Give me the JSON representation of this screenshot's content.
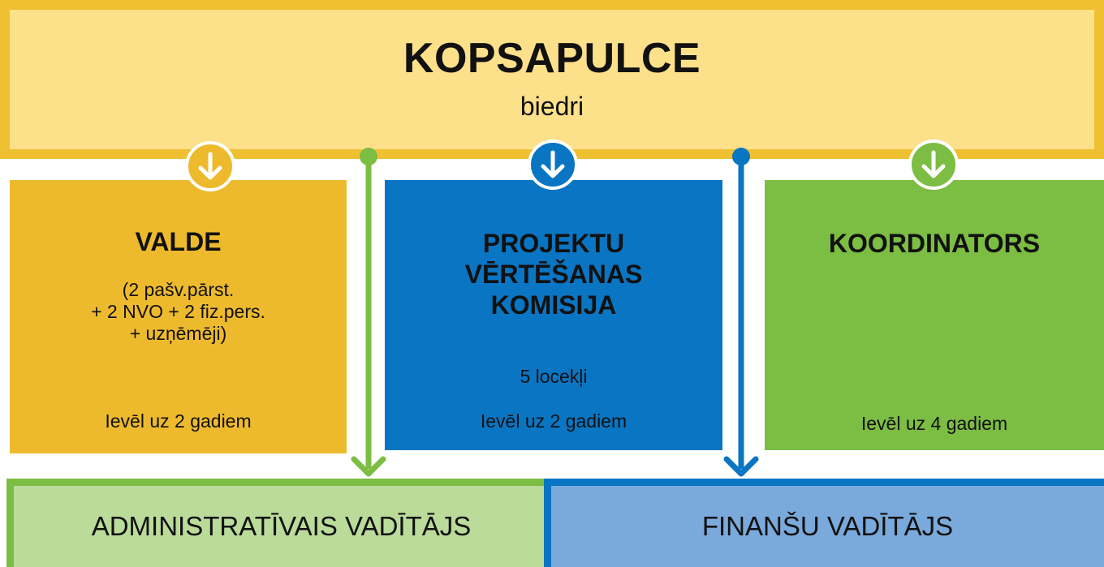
{
  "top": {
    "title": "KOPSAPULCE",
    "subtitle": "biedri"
  },
  "boxes": {
    "valde": {
      "title": "VALDE",
      "members_line1": "(2 pašv.pārst.",
      "members_line2": "+ 2 NVO + 2 fiz.pers.",
      "members_line3": "+ uzņēmēji)",
      "term": "Ievēl uz 2 gadiem"
    },
    "projektu": {
      "title_line1": "PROJEKTU",
      "title_line2": "VĒRTĒŠANAS",
      "title_line3": "KOMISIJA",
      "members": "5 locekļi",
      "term": "Ievēl uz 2 gadiem"
    },
    "koordinators": {
      "title": "KOORDINATORS",
      "term": "Ievēl uz 4 gadiem"
    }
  },
  "bottom": {
    "admin": "ADMINISTRATĪVAIS VADĪTĀJS",
    "finance": "FINANŠU VADĪTĀJS"
  },
  "colors": {
    "yellow": "#eeba2d",
    "light_yellow": "#fde08a",
    "blue": "#0a75c2",
    "light_blue": "#7aa9db",
    "green": "#7cbd43",
    "light_green": "#bbdb9a"
  },
  "icons": [
    "arrow-down-circle-icon",
    "arrow-down-icon"
  ]
}
